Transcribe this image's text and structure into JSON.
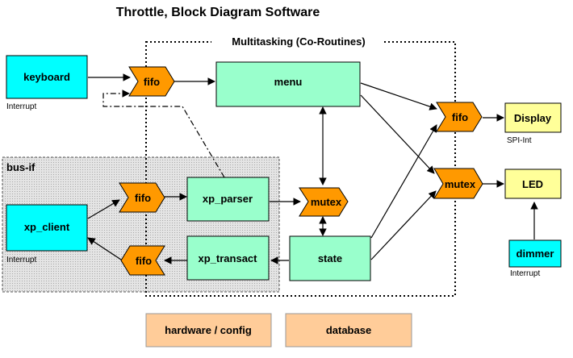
{
  "title": "Throttle, Block Diagram Software",
  "multitasking_label": "Multitasking (Co-Routines)",
  "bus_if_label": "bus-if",
  "blocks": {
    "keyboard": "keyboard",
    "menu": "menu",
    "display": "Display",
    "led": "LED",
    "dimmer": "dimmer",
    "xp_client": "xp_client",
    "xp_parser": "xp_parser",
    "xp_transact": "xp_transact",
    "state": "state",
    "hardware_config": "hardware / config",
    "database": "database"
  },
  "queues": {
    "fifo_keyboard": "fifo",
    "fifo_display": "fifo",
    "fifo_bus_in": "fifo",
    "fifo_bus_out": "fifo",
    "mutex_led": "mutex",
    "mutex_state": "mutex"
  },
  "notes": {
    "keyboard_interrupt": "Interrupt",
    "display_spi": "SPI-Int",
    "xp_client_interrupt": "Interrupt",
    "dimmer_interrupt": "Interrupt"
  },
  "colors": {
    "cyan": "#00ffff",
    "mint": "#99ffcc",
    "yellow": "#ffff99",
    "orange": "#ff9900",
    "tan": "#ffcc99",
    "gray": "#d9d9d9"
  }
}
